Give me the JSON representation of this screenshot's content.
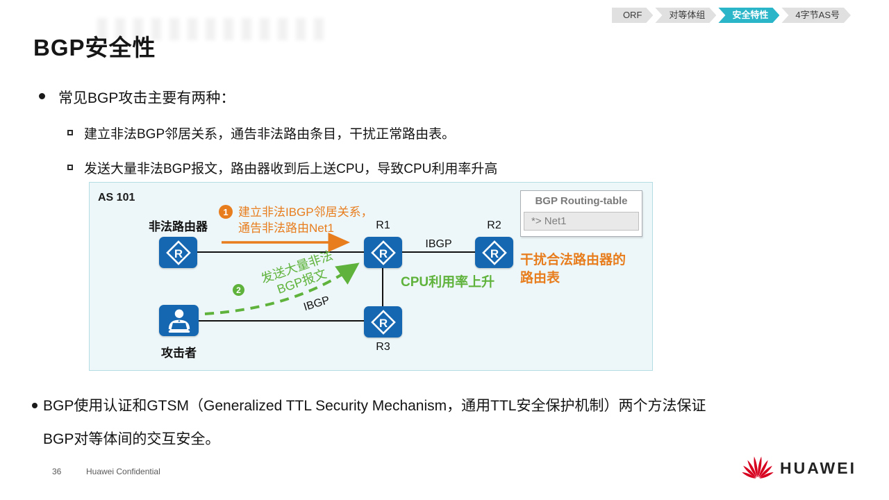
{
  "nav": {
    "tabs": [
      {
        "label": "ORF",
        "active": false
      },
      {
        "label": "对等体组",
        "active": false
      },
      {
        "label": "安全特性",
        "active": true
      },
      {
        "label": "4字节AS号",
        "active": false
      }
    ]
  },
  "title": "BGP安全性",
  "content": {
    "bullet1": "常见BGP攻击主要有两种：",
    "sub_bullets": [
      "建立非法BGP邻居关系，通告非法路由条目，干扰正常路由表。",
      "发送大量非法BGP报文，路由器收到后上送CPU，导致CPU利用率升高"
    ],
    "bullet2_line1": "BGP使用认证和GTSM（Generalized TTL Security Mechanism，通用TTL安全保护机制）两个方法保证",
    "bullet2_line2": "BGP对等体间的交互安全。"
  },
  "diagram": {
    "as_label": "AS 101",
    "router_glyph": "R",
    "illegal_router_label": "非法路由器",
    "attacker_label": "攻击者",
    "r1": "R1",
    "r2": "R2",
    "r3": "R3",
    "link_r1_r2": "IBGP",
    "link_attacker_r3": "IBGP",
    "step1": {
      "num": "1",
      "line1": "建立非法IBGP邻居关系，",
      "line2": "通告非法路由Net1"
    },
    "step2": {
      "num": "2",
      "line1": "发送大量非法",
      "line2": "BGP报文"
    },
    "cpu_text": "CPU利用率上升",
    "disturb_line1": "干扰合法路由器的",
    "disturb_line2": "路由表",
    "routing_table": {
      "title": "BGP Routing-table",
      "entry": "*> Net1"
    },
    "colors": {
      "router_blue": "#1567b1",
      "orange": "#e87d1e",
      "green": "#5fb33c",
      "active_tab": "#2ab5c9",
      "box_bg": "#edf7f9",
      "box_border": "#b3dce3"
    }
  },
  "footer": {
    "page": "36",
    "label": "Huawei Confidential",
    "logo_text": "HUAWEI"
  }
}
